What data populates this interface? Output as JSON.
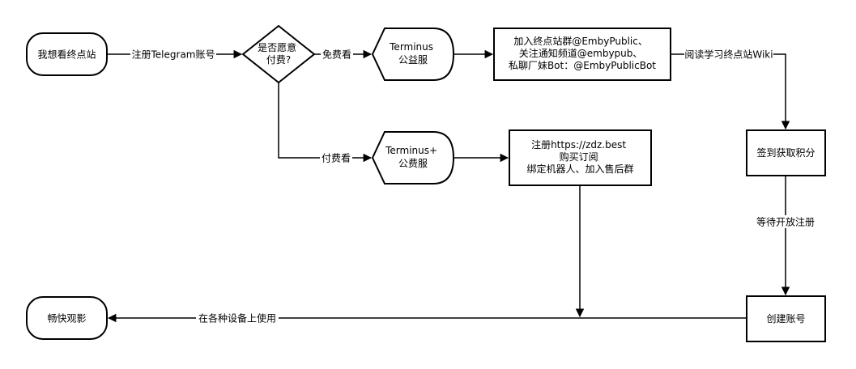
{
  "nodes": {
    "start": [
      "我想看终点站"
    ],
    "decision": [
      "是否愿意",
      "付费?"
    ],
    "free_server": [
      "Terminus",
      "公益服"
    ],
    "free_steps": [
      "加入终点站群@EmbyPublic、",
      "关注通知频道@embypub、",
      "私聊厂妹Bot：@EmbyPublicBot"
    ],
    "paid_server": [
      "Terminus+",
      "公费服"
    ],
    "paid_steps": [
      "注册https://zdz.best",
      "购买订阅",
      "绑定机器人、加入售后群"
    ],
    "checkin": [
      "签到获取积分"
    ],
    "create_account": [
      "创建账号"
    ],
    "end": [
      "畅快观影"
    ]
  },
  "edges": {
    "register_telegram": "注册Telegram账号",
    "free_watch": "免费看",
    "paid_watch": "付费看",
    "read_wiki": "阅读学习终点站Wiki",
    "wait_register": "等待开放注册",
    "use_devices": "在各种设备上使用"
  }
}
